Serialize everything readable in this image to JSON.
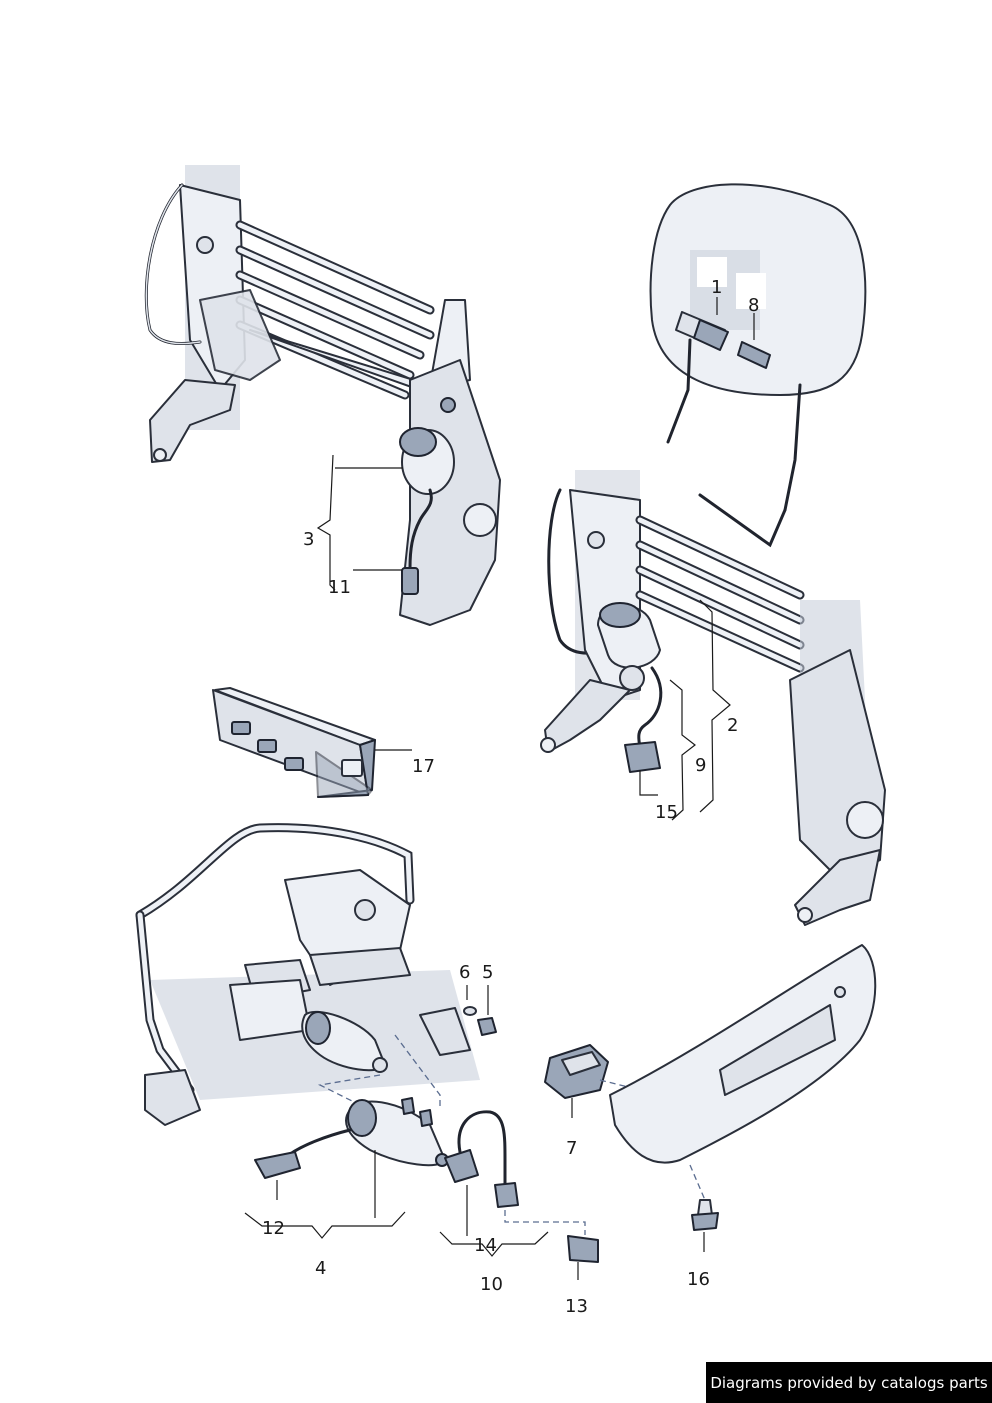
{
  "callouts": {
    "c1": "1",
    "c2": "2",
    "c3": "3",
    "c4": "4",
    "c5": "5",
    "c6": "6",
    "c7": "7",
    "c8": "8",
    "c9": "9",
    "c10": "10",
    "c11": "11",
    "c12": "12",
    "c13": "13",
    "c14": "14",
    "c15": "15",
    "c16": "16",
    "c17": "17"
  },
  "credit": "Diagrams provided by catalogs parts",
  "colors": {
    "part_fill": "#dfe3ea",
    "part_outline": "#2a2f3a",
    "leader_dash": "#5b6d90",
    "credit_bg": "#000000",
    "credit_text": "#ffffff"
  }
}
